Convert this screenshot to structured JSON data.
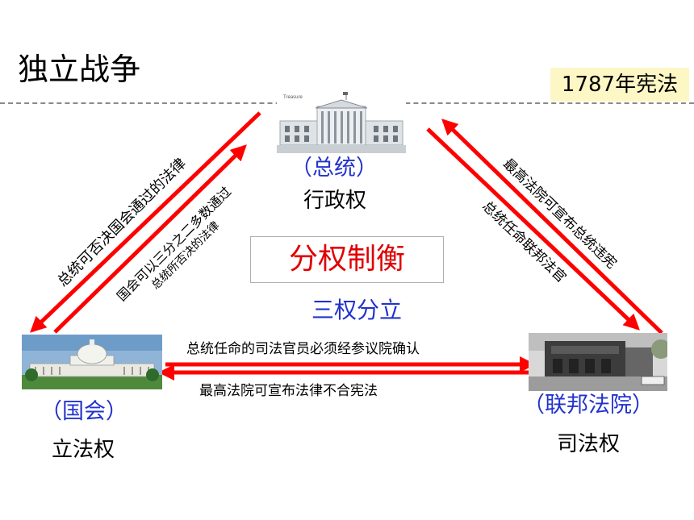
{
  "header": {
    "title": "独立战争",
    "badge": "1787年宪法"
  },
  "nodes": {
    "executive": {
      "label": "（总统）",
      "power": "行政权",
      "sign_text": "Treasure"
    },
    "legislative": {
      "label": "（国会）",
      "power": "立法权"
    },
    "judicial": {
      "label": "（联邦法院）",
      "power": "司法权"
    }
  },
  "center": {
    "title": "分权制衡",
    "subtitle": "三权分立"
  },
  "edges": {
    "exec_to_leg": "总统可否决国会通过的法律",
    "leg_to_exec_line1": "国会可以三分之二多数通过",
    "leg_to_exec_line2": "总统所否决的法律",
    "jud_to_exec": "最高法院可宣布总统违宪",
    "exec_to_jud": "总统任命联邦法官",
    "leg_to_jud": "总统任命的司法官员必须经参议院确认",
    "jud_to_leg": "最高法院可宣布法律不合宪法"
  },
  "colors": {
    "arrow": "#ff0000",
    "label_blue": "#2233cc",
    "badge_bg": "#fdf7c6",
    "center_text": "#e00000"
  }
}
